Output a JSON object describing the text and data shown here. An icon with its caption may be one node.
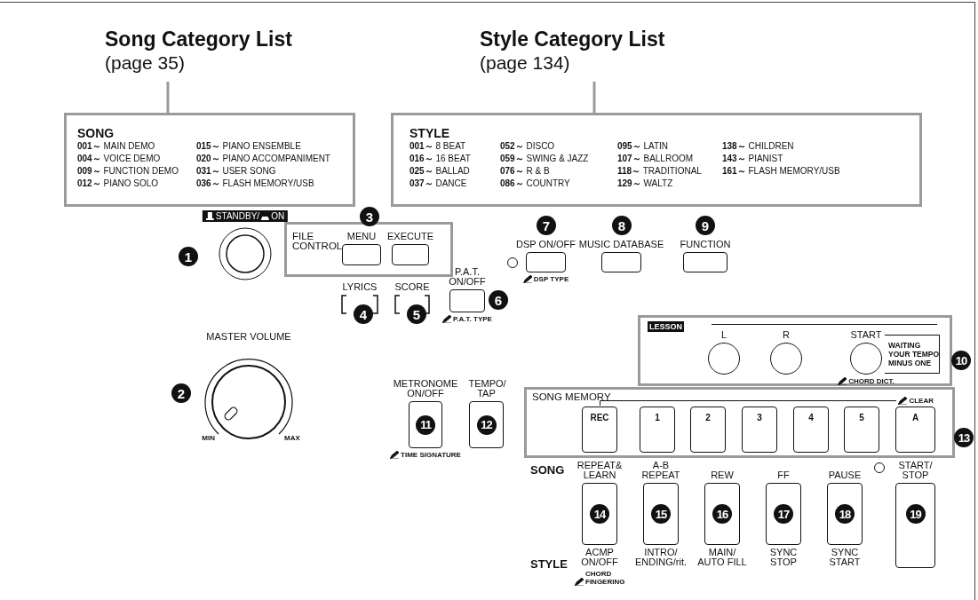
{
  "diagram": {
    "nodes": [
      {
        "text": [
          "Song Category List",
          "(page 35)"
        ]
      },
      {
        "text": [
          "Style Category List",
          "(page 134)"
        ]
      },
      {
        "text": [
          "SONG",
          "**001～** MAIN DEMO",
          "**004～** VOICE DEMO",
          "**009～** FUNCTION DEMO",
          "**012～** PIANO SOLO",
          "**015～** PIANO ENSEMBLE",
          "**020～** PIANO ACCOMPANIMENT",
          "**031～** USER SONG",
          "**036～** FLASH MEMORY/USB"
        ]
      },
      {
        "text": [
          "STYLE",
          "**001～** 8 BEAT",
          "**016～** 16 BEAT",
          "**025～** BALLAD",
          "**037～** DANCE",
          "**052～** DISCO",
          "**059～** SWING & JAZZ",
          "**076～** R & B",
          "**086～** COUNTRY",
          "**095～** LATIN",
          "**107～** BALLROOM",
          "**118～** TRADITIONAL",
          "**129～** WALTZ",
          "**138～** CHILDREN",
          "**143～** PIANIST",
          "**161～** FLASH MEMORY/USB"
        ]
      },
      {
        "text": [
          "STANDBY/",
          "ON"
        ],
        "beside": [
          "1"
        ]
      },
      {
        "text": [
          "FILE CONTROL"
        ],
        "beside": [
          "3"
        ]
      },
      {
        "text": [
          "MENU"
        ],
        "in": 5
      },
      {
        "text": [
          "EXECUTE"
        ],
        "in": 5
      },
      {
        "text": [
          "LYRICS"
        ],
        "beside": [
          "4"
        ]
      },
      {
        "text": [
          "SCORE"
        ],
        "beside": [
          "5"
        ]
      },
      {
        "text": [
          "P.A.T. ON/OFF",
          "P.A.T. TYPE"
        ],
        "beside": [
          "6"
        ]
      },
      {
        "text": [
          "DSP ON/OFF",
          "DSP TYPE"
        ],
        "beside": [
          "7"
        ]
      },
      {
        "text": [
          "MUSIC DATABASE"
        ],
        "beside": [
          "8"
        ]
      },
      {
        "text": [
          "FUNCTION"
        ],
        "beside": [
          "9"
        ]
      },
      {
        "text": [
          "MASTER VOLUME",
          "MIN",
          "MAX"
        ],
        "beside": [
          "2"
        ]
      },
      {
        "text": [
          "METRONOME ON/OFF",
          "11",
          "TIME SIGNATURE"
        ]
      },
      {
        "text": [
          "TEMPO/ TAP",
          "12"
        ]
      },
      {
        "text": [
          "LESSON"
        ],
        "beside": [
          "10"
        ]
      },
      {
        "text": [
          "L"
        ],
        "in": 17
      },
      {
        "text": [
          "R"
        ],
        "in": 17
      },
      {
        "text": [
          "START",
          "CHORD DICT."
        ],
        "in": 17
      },
      {
        "text": [
          "WAITING",
          "YOUR TEMPO",
          "MINUS ONE"
        ],
        "in": 17
      },
      {
        "text": [
          "SONG MEMORY"
        ],
        "beside": [
          "13"
        ]
      },
      {
        "text": [
          "REC"
        ],
        "in": 22
      },
      {
        "text": [
          "1"
        ],
        "in": 22
      },
      {
        "text": [
          "2"
        ],
        "in": 22
      },
      {
        "text": [
          "3"
        ],
        "in": 22
      },
      {
        "text": [
          "4"
        ],
        "in": 22
      },
      {
        "text": [
          "5"
        ],
        "in": 22
      },
      {
        "text": [
          "CLEAR",
          "A"
        ],
        "in": 22
      },
      {
        "text": [
          "REPEAT& LEARN",
          "14",
          "ACMP ON/OFF",
          "CHORD FINGERING"
        ]
      },
      {
        "text": [
          "A-B REPEAT",
          "15",
          "INTRO/ ENDING/rit."
        ]
      },
      {
        "text": [
          "REW",
          "16",
          "MAIN/ AUTO FILL"
        ]
      },
      {
        "text": [
          "FF",
          "17",
          "SYNC STOP"
        ]
      },
      {
        "text": [
          "PAUSE",
          "18",
          "SYNC START"
        ]
      },
      {
        "text": [
          "START/ STOP",
          "19"
        ]
      }
    ],
    "edges": [
      {
        "from": 0,
        "to": 2,
        "arrow": "none"
      },
      {
        "from": 1,
        "to": 3,
        "arrow": "none"
      }
    ],
    "labels": [
      "SONG",
      "STYLE"
    ]
  }
}
